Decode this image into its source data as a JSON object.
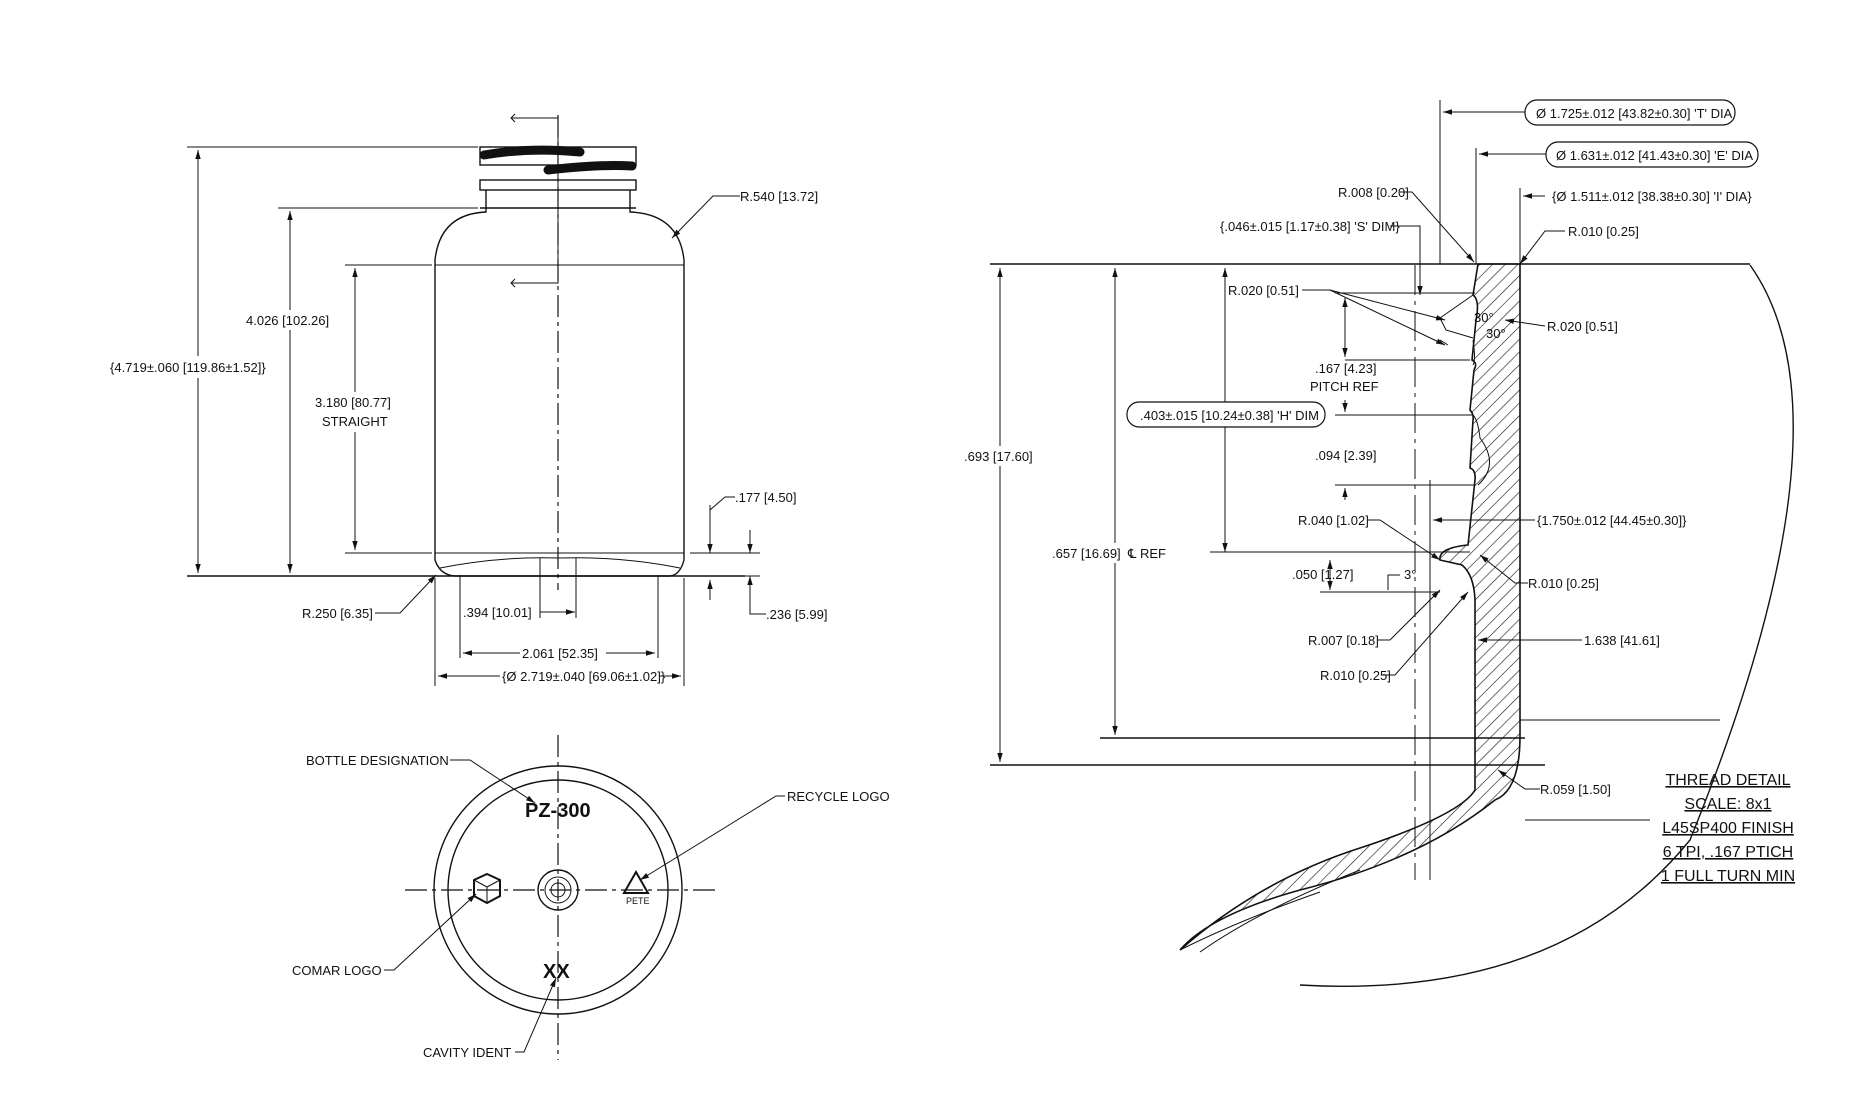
{
  "front_view": {
    "overall_height": "{4.719±.060 [119.86±1.52]}",
    "body_height": "4.026 [102.26]",
    "straight_value": "3.180 [80.77]",
    "straight_label": "STRAIGHT",
    "shoulder_radius": "R.540 [13.72]",
    "base_radius": "R.250 [6.35]",
    "dim_177": ".177 [4.50]",
    "dim_236": ".236 [5.99]",
    "dim_394": ".394 [10.01]",
    "dim_2061": "2.061 [52.35]",
    "body_diameter": "{Ø 2.719±.040 [69.06±1.02]}"
  },
  "bottom_view": {
    "bottle_designation_label": "BOTTLE DESIGNATION",
    "bottle_designation_value": "PZ-300",
    "recycle_logo_label": "RECYCLE LOGO",
    "comar_logo_label": "COMAR LOGO",
    "cavity_ident_label": "CAVITY IDENT",
    "cavity_ident_value": "XX",
    "recycle_code": "PETE"
  },
  "thread_detail": {
    "t_dia": "Ø 1.725±.012 [43.82±0.30] 'T' DIA",
    "e_dia": "Ø 1.631±.012 [41.43±0.30] 'E' DIA",
    "i_dia": "{Ø 1.511±.012 [38.38±0.30] 'I' DIA}",
    "r008": "R.008 [0.20]",
    "s_dim": "{.046±.015 [1.17±0.38] 'S' DIM}",
    "r010_top": "R.010 [0.25]",
    "r020_left": "R.020 [0.51]",
    "r020_right": "R.020 [0.51]",
    "angle_30a": "30°",
    "angle_30b": "30°",
    "pitch_value": ".167 [4.23]",
    "pitch_label": "PITCH REF",
    "h_dim": ".403±.015 [10.24±0.38] 'H' DIM",
    "dim_094": ".094 [2.39]",
    "dim_693": ".693 [17.60]",
    "r040": "R.040 [1.02]",
    "dim_1750": "{1.750±.012 [44.45±0.30]}",
    "dim_657": ".657 [16.69]",
    "cl_ref": "℄ REF",
    "dim_050": ".050 [1.27]",
    "angle_3": "3°",
    "r010_mid": "R.010 [0.25]",
    "r007": "R.007 [0.18]",
    "r010_low": "R.010 [0.25]",
    "dim_1638": "1.638 [41.61]",
    "r059": "R.059 [1.50]"
  },
  "notes": {
    "line1": "THREAD DETAIL",
    "line2": "SCALE: 8x1",
    "line3": "L45SP400 FINISH",
    "line4": "6 TPI, .167 PTICH",
    "line5": "1 FULL TURN MIN"
  }
}
